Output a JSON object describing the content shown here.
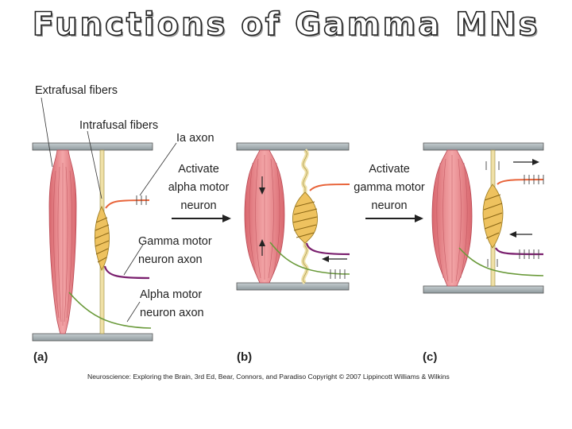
{
  "title": "Functions of Gamma MNs",
  "labels": {
    "extrafusal": "Extrafusal fibers",
    "intrafusal": "Intrafusal fibers",
    "ia_axon": "Ia axon",
    "gamma_axon_1": "Gamma motor",
    "gamma_axon_2": "neuron axon",
    "alpha_axon_1": "Alpha motor",
    "alpha_axon_2": "neuron axon",
    "activate_alpha_1": "Activate",
    "activate_alpha_2": "alpha motor",
    "activate_alpha_3": "neuron",
    "activate_gamma_1": "Activate",
    "activate_gamma_2": "gamma motor",
    "activate_gamma_3": "neuron"
  },
  "panels": [
    "(a)",
    "(b)",
    "(c)"
  ],
  "credit": "Neuroscience: Exploring the Brain, 3rd Ed, Bear, Connors, and Paradiso Copyright © 2007 Lippincott Williams & Wilkins",
  "colors": {
    "muscle": "#e98b8f",
    "spindle": "#eec25f",
    "ia_axon": "#e8643a",
    "gamma_axon": "#7a1f6e",
    "alpha_axon": "#6a9a3a",
    "bar": "#a7b1b4"
  }
}
